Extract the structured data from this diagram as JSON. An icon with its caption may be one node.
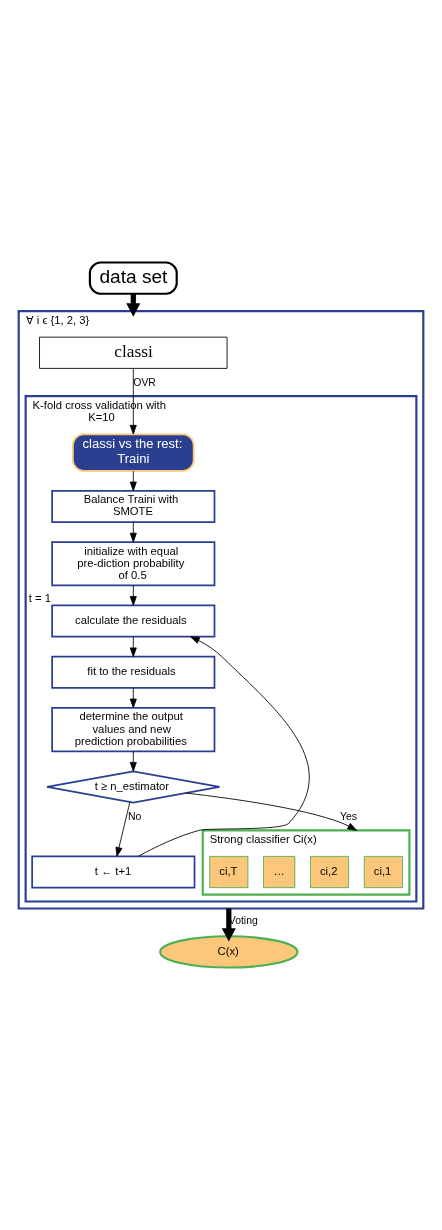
{
  "diagram": {
    "nodes": [
      {
        "text": [
          "data set"
        ]
      },
      {
        "text": [
          "∀ i ϵ {1, 2, 3}"
        ]
      },
      {
        "text": [
          "classi"
        ],
        "in": 1
      },
      {
        "text": [
          "K-fold cross validation with K=10"
        ],
        "in": 1
      },
      {
        "text": [
          "classi vs the rest: Traini"
        ],
        "in": 3
      },
      {
        "text": [
          "Balance Traini with SMOTE"
        ],
        "in": 3
      },
      {
        "text": [
          "initialize with equal pre-diction probability of 0.5"
        ],
        "in": 3
      },
      {
        "text": [
          "calculate the residuals"
        ],
        "in": 3,
        "beside": [
          "t = 1"
        ]
      },
      {
        "text": [
          "fit to the residuals"
        ],
        "in": 3
      },
      {
        "text": [
          "determine the output values and new prediction probabilities"
        ],
        "in": 3
      },
      {
        "text": [
          "t ≥ n_estimator"
        ],
        "in": 3
      },
      {
        "text": [
          "t ← t+1"
        ],
        "in": 3
      },
      {
        "text": [
          "Strong classifier Ci(x)"
        ],
        "in": 3
      },
      {
        "text": [
          "ci,1"
        ],
        "in": 12
      },
      {
        "text": [
          "ci,2"
        ],
        "in": 12
      },
      {
        "text": [
          "…"
        ],
        "in": 12
      },
      {
        "text": [
          "ci,T"
        ],
        "in": 12
      },
      {
        "text": [
          "C(x)"
        ]
      }
    ],
    "edges": [
      {
        "from": 0,
        "to": 1,
        "arrow": "to",
        "style": "thick"
      },
      {
        "from": 2,
        "to": 4,
        "arrow": "to",
        "label": "OVR"
      },
      {
        "from": 4,
        "to": 5,
        "arrow": "to"
      },
      {
        "from": 5,
        "to": 6,
        "arrow": "to"
      },
      {
        "from": 6,
        "to": 7,
        "arrow": "to"
      },
      {
        "from": 7,
        "to": 8,
        "arrow": "to"
      },
      {
        "from": 8,
        "to": 9,
        "arrow": "to"
      },
      {
        "from": 9,
        "to": 10,
        "arrow": "to"
      },
      {
        "from": 10,
        "to": 11,
        "arrow": "to",
        "label": "No"
      },
      {
        "from": 11,
        "to": 7,
        "arrow": "to"
      },
      {
        "from": 10,
        "to": 12,
        "arrow": "to",
        "label": "Yes"
      },
      {
        "from": 1,
        "to": 17,
        "arrow": "to",
        "label": "Voting",
        "style": "thick"
      }
    ]
  }
}
